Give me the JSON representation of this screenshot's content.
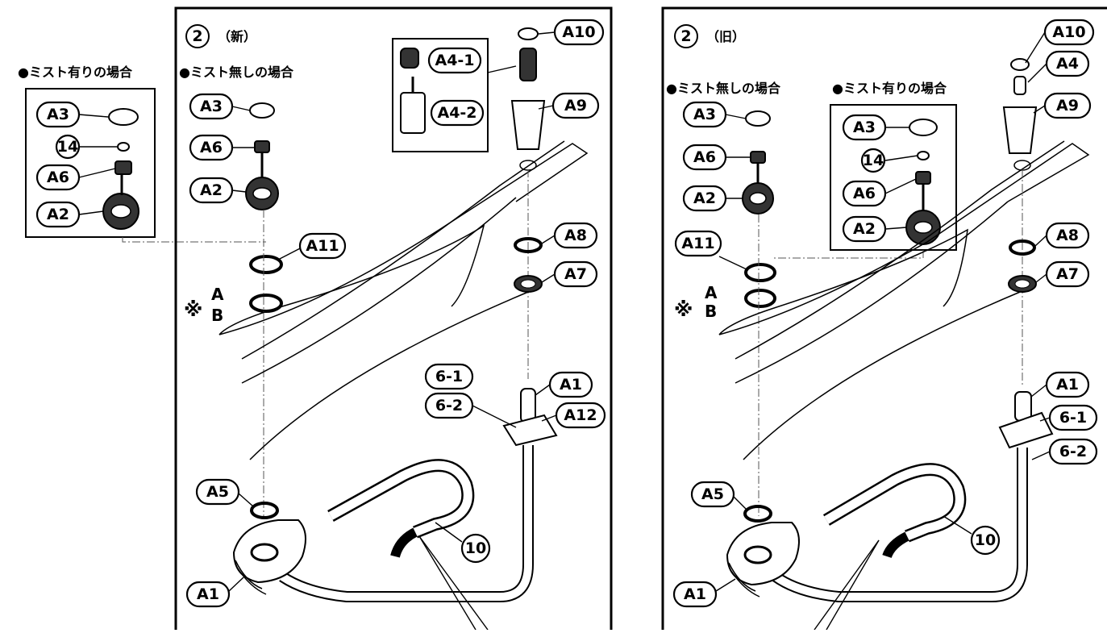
{
  "outside_box": {
    "header": "●ミスト有りの場合",
    "labels": [
      "A3",
      "14",
      "A6",
      "A2"
    ]
  },
  "left_panel": {
    "circled_number": "2",
    "version": "（新）",
    "header": "●ミスト無しの場合",
    "labels": {
      "A3": "A3",
      "A6": "A6",
      "A2": "A2",
      "A11": "A11",
      "A10": "A10",
      "A4_1": "A4-1",
      "A4_2": "A4-2",
      "A9": "A9",
      "A8": "A8",
      "A7": "A7",
      "L6_1": "6-1",
      "L6_2": "6-2",
      "A1_top": "A1",
      "A12": "A12",
      "A5": "A5",
      "L10": "10",
      "A1_bottom": "A1"
    },
    "note_mark": "※",
    "note_a": "A",
    "note_b": "B"
  },
  "right_panel": {
    "circled_number": "2",
    "version": "（旧）",
    "header_left": "●ミスト無しの場合",
    "header_right": "●ミスト有りの場合",
    "labels": {
      "A3": "A3",
      "A6": "A6",
      "A2": "A2",
      "A11": "A11",
      "inbox_A3": "A3",
      "inbox_14": "14",
      "inbox_A6": "A6",
      "inbox_A2": "A2",
      "A10": "A10",
      "A4": "A4",
      "A9": "A9",
      "A8": "A8",
      "A7": "A7",
      "A1_top": "A1",
      "L6_1": "6-1",
      "L6_2": "6-2",
      "A5": "A5",
      "L10": "10",
      "A1_bottom": "A1"
    },
    "note_mark": "※",
    "note_a": "A",
    "note_b": "B"
  },
  "colors": {
    "ink": "#000000",
    "paper": "#ffffff",
    "fill_dark": "#333333"
  }
}
